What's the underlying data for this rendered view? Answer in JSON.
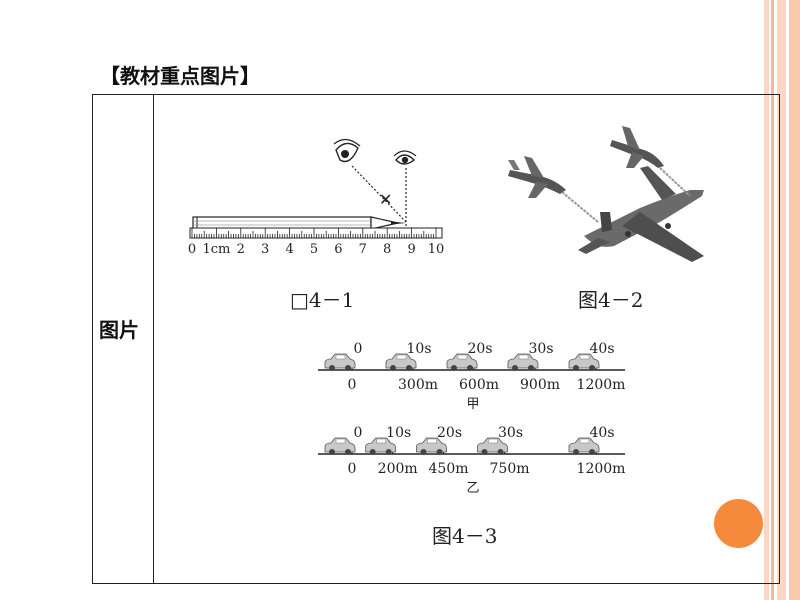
{
  "heading": "【教材重点图片】",
  "table": {
    "row_label": "图片"
  },
  "figure_1": {
    "caption": "□4－1",
    "ruler_ticks": [
      "0",
      "1cm",
      "2",
      "3",
      "4",
      "5",
      "6",
      "7",
      "8",
      "9",
      "10"
    ],
    "cross_mark": "✕"
  },
  "figure_2": {
    "caption": "图4－2"
  },
  "figure_3": {
    "caption": "图4－3",
    "jia": {
      "label": "甲",
      "times": [
        "0",
        "10s",
        "20s",
        "30s",
        "40s"
      ],
      "distances": [
        "0",
        "300m",
        "600m",
        "900m",
        "1200m"
      ]
    },
    "yi": {
      "label": "乙",
      "times": [
        "0",
        "10s",
        "20s",
        "30s",
        "40s"
      ],
      "distances": [
        "0",
        "200m",
        "450m",
        "750m",
        "1200m"
      ]
    }
  },
  "colors": {
    "accent_orange": "#f58a3c",
    "stripe_peach": "#f9c9ae"
  }
}
